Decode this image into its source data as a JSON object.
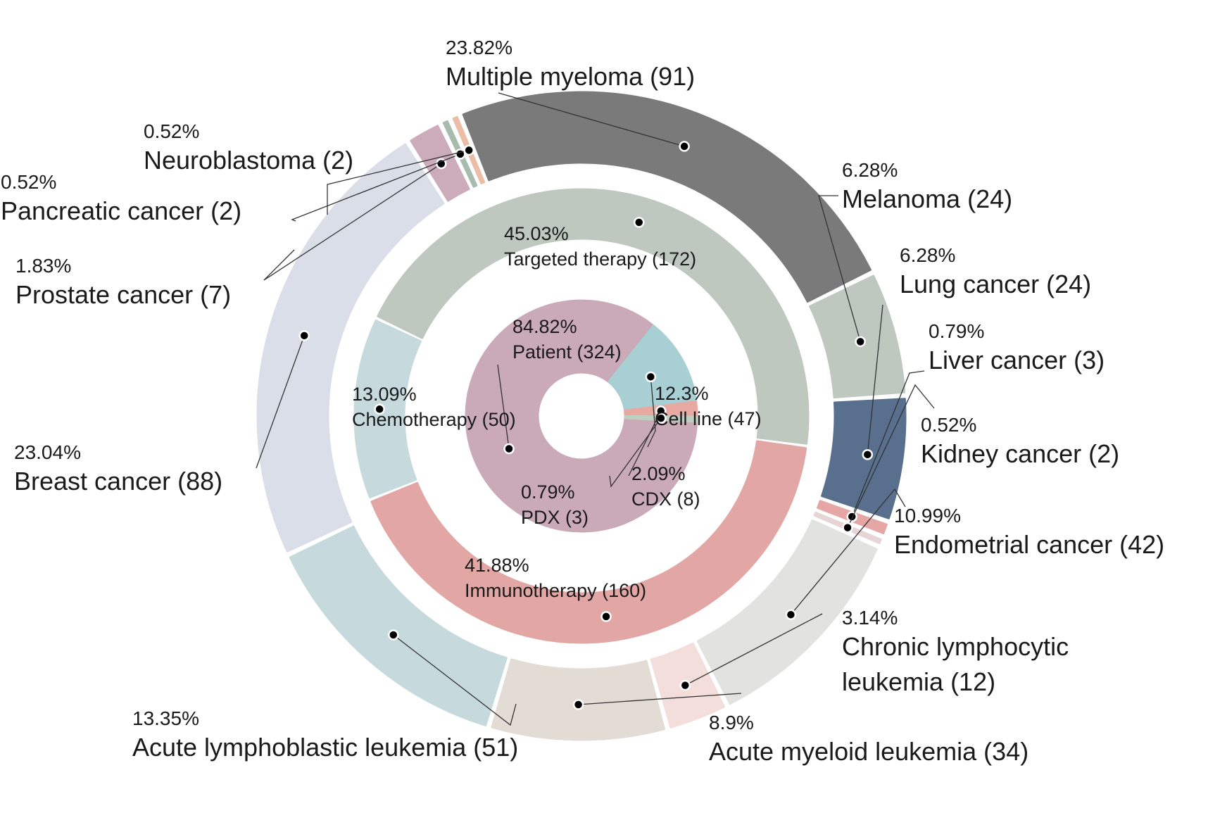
{
  "chart_data": {
    "type": "pie",
    "rings": [
      {
        "ring": "outer",
        "slices": [
          {
            "name": "Multiple myeloma",
            "count": 91,
            "percent": "23.82%",
            "color": "#7a7a7a"
          },
          {
            "name": "Melanoma",
            "count": 24,
            "percent": "6.28%",
            "color": "#bec8bf"
          },
          {
            "name": "Lung cancer",
            "count": 24,
            "percent": "6.28%",
            "color": "#58708e"
          },
          {
            "name": "Liver cancer",
            "count": 3,
            "percent": "0.79%",
            "color": "#e5a6a5"
          },
          {
            "name": "Kidney cancer",
            "count": 2,
            "percent": "0.52%",
            "color": "#e7d5d5"
          },
          {
            "name": "Endometrial cancer",
            "count": 42,
            "percent": "10.99%",
            "color": "#e2e2e1"
          },
          {
            "name": "Chronic lymphocytic leukemia",
            "count": 12,
            "percent": "3.14%",
            "color": "#f3dedb"
          },
          {
            "name": "Acute myeloid leukemia",
            "count": 34,
            "percent": "8.9%",
            "color": "#e3dcd4"
          },
          {
            "name": "Acute lymphoblastic leukemia",
            "count": 51,
            "percent": "13.35%",
            "color": "#c6d9dd"
          },
          {
            "name": "Breast cancer",
            "count": 88,
            "percent": "23.04%",
            "color": "#d9dee9"
          },
          {
            "name": "Prostate cancer",
            "count": 7,
            "percent": "1.83%",
            "color": "#cdacba"
          },
          {
            "name": "Pancreatic cancer",
            "count": 2,
            "percent": "0.52%",
            "color": "#a8bcae"
          },
          {
            "name": "Neuroblastoma",
            "count": 2,
            "percent": "0.52%",
            "color": "#ebbda6"
          }
        ]
      },
      {
        "ring": "middle",
        "slices": [
          {
            "name": "Targeted therapy",
            "count": 172,
            "percent": "45.03%",
            "color": "#bec8bf"
          },
          {
            "name": "Immunotherapy",
            "count": 160,
            "percent": "41.88%",
            "color": "#e2a6a5"
          },
          {
            "name": "Chemotherapy",
            "count": 50,
            "percent": "13.09%",
            "color": "#c6d9dd"
          }
        ]
      },
      {
        "ring": "inner",
        "slices": [
          {
            "name": "Patient",
            "count": 324,
            "percent": "84.82%",
            "color": "#caaab7"
          },
          {
            "name": "Cell line",
            "count": 47,
            "percent": "12.3%",
            "color": "#a8cfd3"
          },
          {
            "name": "CDX",
            "count": 8,
            "percent": "2.09%",
            "color": "#e7a9a2"
          },
          {
            "name": "PDX",
            "count": 3,
            "percent": "0.79%",
            "color": "#bfcfbf"
          }
        ]
      }
    ]
  }
}
